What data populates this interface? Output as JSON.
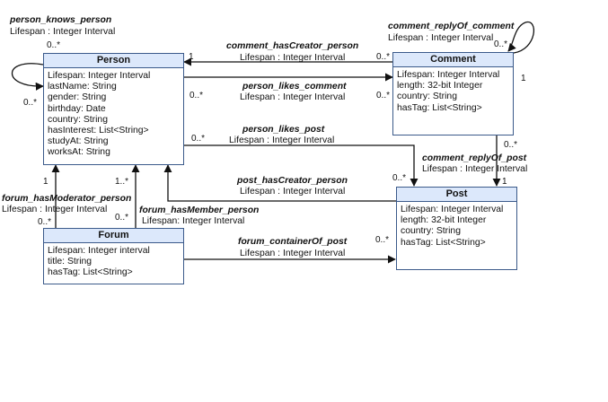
{
  "classes": {
    "person": {
      "title": "Person",
      "attrs": [
        "Lifespan: Integer Interval",
        "lastName: String",
        "gender: String",
        "birthday: Date",
        "country: String",
        "hasInterest: List<String>",
        "studyAt: String",
        "worksAt: String"
      ]
    },
    "comment": {
      "title": "Comment",
      "attrs": [
        "Lifespan: Integer Interval",
        "length: 32-bit Integer",
        "country: String",
        "hasTag: List<String>"
      ]
    },
    "post": {
      "title": "Post",
      "attrs": [
        "Lifespan: Integer Interval",
        "length: 32-bit Integer",
        "country: String",
        "hasTag: List<String>"
      ]
    },
    "forum": {
      "title": "Forum",
      "attrs": [
        "Lifespan: Integer interval",
        "title: String",
        "hasTag: List<String>"
      ]
    }
  },
  "relations": {
    "person_knows_person": {
      "name": "person_knows_person",
      "prop": "Lifespan : Integer Interval",
      "mult_a": "0..*",
      "mult_b": "0..*"
    },
    "comment_replyOf_comment": {
      "name": "comment_replyOf_comment",
      "prop": "Lifespan : Integer Interval",
      "mult_a": "0..*",
      "mult_b": "1"
    },
    "comment_hasCreator_person": {
      "name": "comment_hasCreator_person",
      "prop": "Lifespan : Integer Interval",
      "mult_person": "1",
      "mult_comment": "0..*"
    },
    "person_likes_comment": {
      "name": "person_likes_comment",
      "prop": "Lifespan : Integer Interval",
      "mult_person": "0..*",
      "mult_comment": "0..*"
    },
    "person_likes_post": {
      "name": "person_likes_post",
      "prop": "Lifespan : Integer Interval",
      "mult_person": "0..*",
      "mult_post": "0..*"
    },
    "comment_replyOf_post": {
      "name": "comment_replyOf_post",
      "prop": "Lifespan : Integer Interval",
      "mult_comment": "0..*",
      "mult_post": "1"
    },
    "post_hasCreator_person": {
      "name": "post_hasCreator_person",
      "prop": "Lifespan : Integer Interval"
    },
    "forum_hasModerator_person": {
      "name": "forum_hasModerator_person",
      "prop": "Lifespan : Integer Interval",
      "mult_person": "1",
      "mult_forum": "0..*"
    },
    "forum_hasMember_person": {
      "name": "forum_hasMember_person",
      "prop": "Lifespan: Integer Interval",
      "mult_person": "1..*",
      "mult_forum": "0..*"
    },
    "forum_containerOf_post": {
      "name": "forum_containerOf_post",
      "prop": "Lifespan : Integer Interval",
      "mult_post": "0..*"
    }
  },
  "colors": {
    "class_border": "#3b5a8a",
    "class_header": "#dce8fb",
    "line": "#111111"
  }
}
